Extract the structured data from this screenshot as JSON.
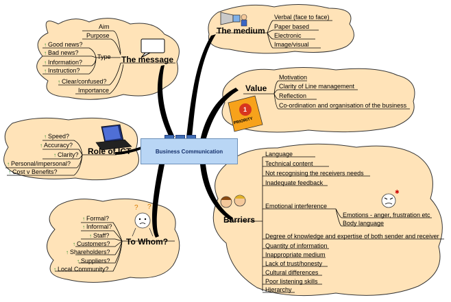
{
  "central": {
    "label": "Business Communication"
  },
  "message": {
    "title": "The message",
    "aim": "Aim",
    "purpose": "Purpose",
    "type": "Type",
    "type_items": [
      "Good news?",
      "Bad news?",
      "Information?",
      "Instruction?"
    ],
    "clear": "Clear/confused?",
    "importance": "Importance"
  },
  "medium": {
    "title": "The medium",
    "items": [
      "Verbal (face to face)",
      "Paper based",
      "Electronic",
      "Image/visual"
    ]
  },
  "value": {
    "title": "Value",
    "items": [
      "Motivation",
      "Clarity of Line management",
      "Reflection",
      "Co-ordination and organisation of the business"
    ],
    "priority_badge": "1",
    "priority_text": "PRIORITY"
  },
  "ict": {
    "title": "Role of ICT",
    "items": [
      "Speed?",
      "Accuracy?",
      "Clarity?",
      "Personal/impersonal?",
      "Cost v Benefits?"
    ]
  },
  "whom": {
    "title": "To Whom?",
    "items": [
      "Formal?",
      "Informal?",
      "Staff?",
      "Customers?",
      "Shareholders?",
      "Suppliers?",
      "Local Community?"
    ]
  },
  "barriers": {
    "title": "Barriers",
    "items_top": [
      "Language",
      "Technical content",
      "Not recognising the receivers needs",
      "Inadequate feedback"
    ],
    "emotional": "Emotional interference",
    "emotional_sub": [
      "Emotions - anger, frustration etc",
      "Body language"
    ],
    "items_bottom": [
      "Degree of knowledge and expertise of both sender and receiver",
      "Quantity of information",
      "Inappropriate medium",
      "Lack of trust/honesty",
      "Cultural differences",
      "Poor listening skills",
      "Hierarchy"
    ]
  },
  "colors": {
    "bubble": "#ffe3b8",
    "bubble_stroke": "#333333",
    "central": "#b9d6f5",
    "branch": "#000000",
    "arrow": "#2a8a2a"
  }
}
